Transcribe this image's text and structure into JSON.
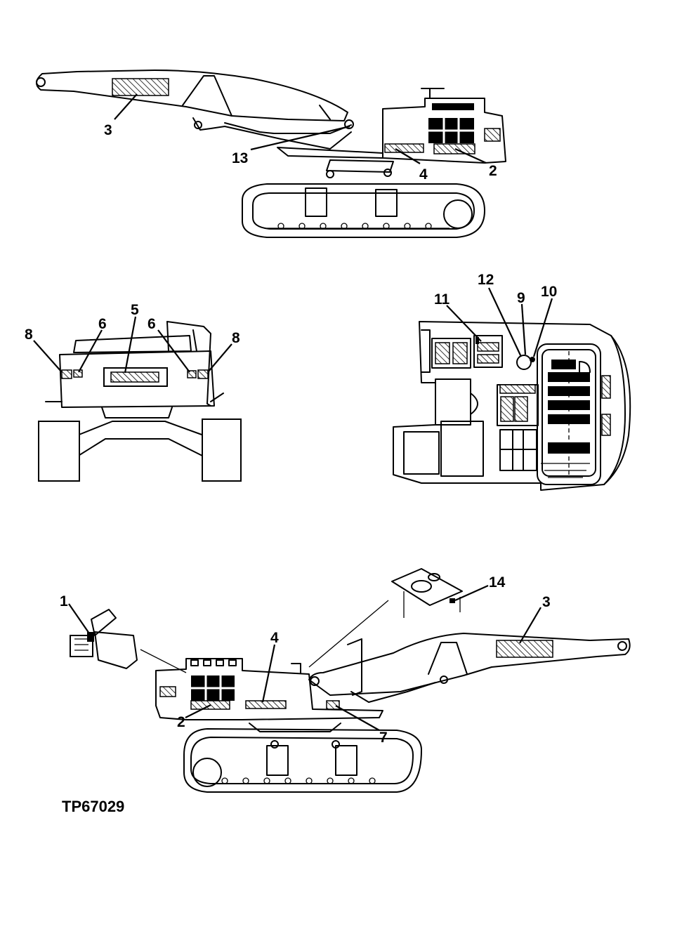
{
  "figure_id": "TP67029",
  "callouts": {
    "top_view": {
      "c3": "3",
      "c13": "13",
      "c4": "4",
      "c2": "2"
    },
    "rear_view": {
      "c8a": "8",
      "c6a": "6",
      "c5": "5",
      "c6b": "6",
      "c8b": "8"
    },
    "plan_view": {
      "c11": "11",
      "c12": "12",
      "c9": "9",
      "c10": "10"
    },
    "bottom_view": {
      "c1": "1",
      "c14": "14",
      "c3": "3",
      "c4": "4",
      "c2": "2",
      "c7": "7"
    }
  }
}
